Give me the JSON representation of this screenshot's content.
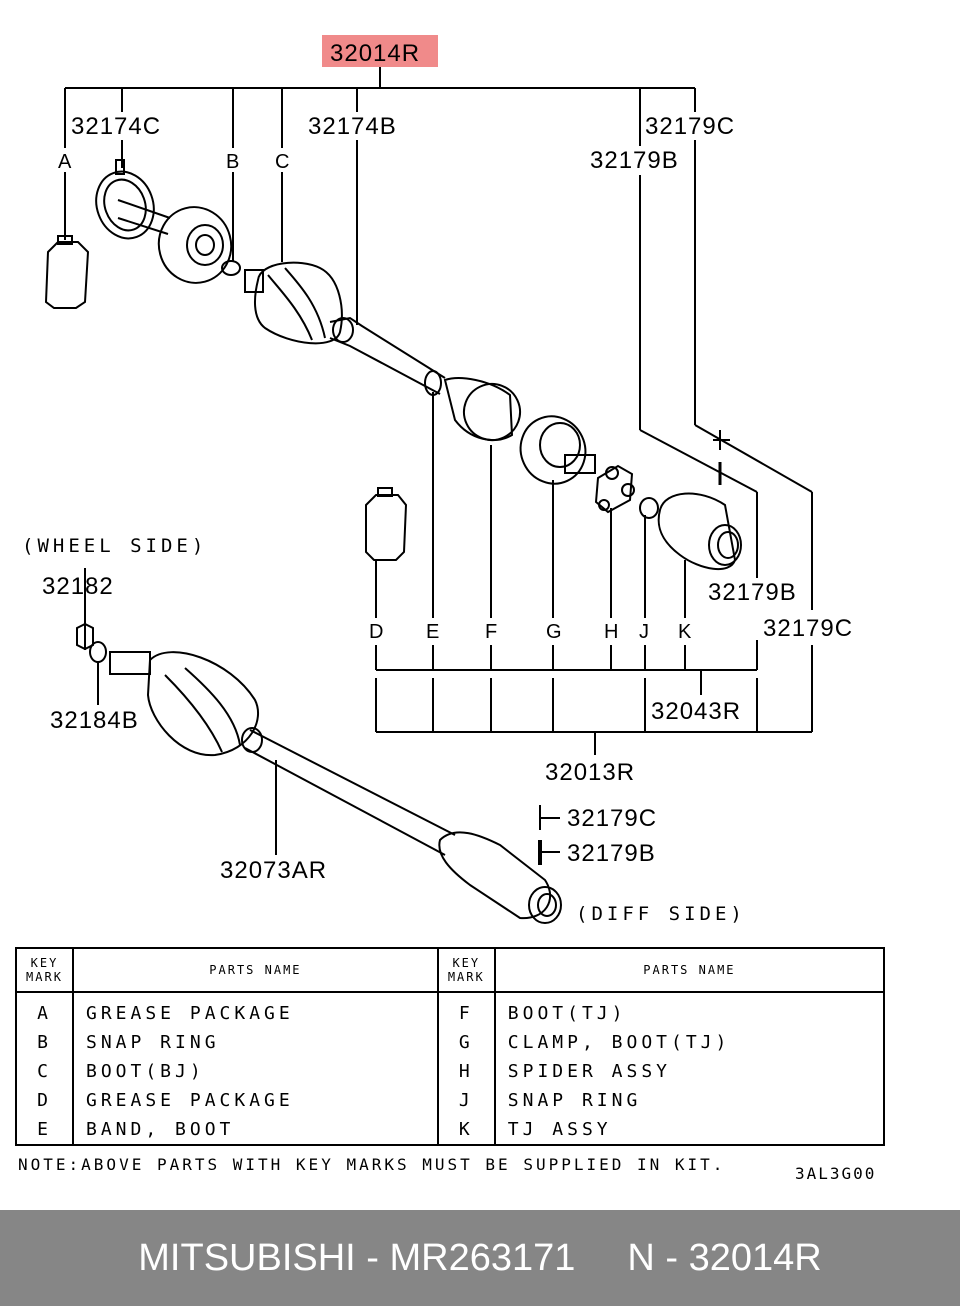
{
  "callouts": {
    "assembly": "32014R",
    "inner_boot_kit": "32174C",
    "outer_boot_kit": "32174B",
    "tj_kit_c_top": "32179C",
    "tj_kit_b_top": "32179B",
    "tj_kit_b_right": "32179B",
    "tj_kit_c_right": "32179C",
    "wheel_side": "(WHEEL SIDE)",
    "nut": "32182",
    "washer": "32184B",
    "tj_assy_kit": "32043R",
    "repair_kit": "32013R",
    "shaft": "32073AR",
    "mark_c_lower": "32179C",
    "mark_b_lower": "32179B",
    "diff_side": "(DIFF SIDE)"
  },
  "letters": {
    "A": "A",
    "B": "B",
    "C": "C",
    "D": "D",
    "E": "E",
    "F": "F",
    "G": "G",
    "H": "H",
    "J": "J",
    "K": "K"
  },
  "table": {
    "key_header": "KEY MARK",
    "key_header_l1": "KEY",
    "key_header_l2": "MARK",
    "name_header": "PARTS NAME",
    "left": [
      {
        "key": "A",
        "name": "GREASE PACKAGE"
      },
      {
        "key": "B",
        "name": "SNAP RING"
      },
      {
        "key": "C",
        "name": "BOOT(BJ)"
      },
      {
        "key": "D",
        "name": "GREASE PACKAGE"
      },
      {
        "key": "E",
        "name": "BAND, BOOT"
      }
    ],
    "right": [
      {
        "key": "F",
        "name": "BOOT(TJ)"
      },
      {
        "key": "G",
        "name": "CLAMP, BOOT(TJ)"
      },
      {
        "key": "H",
        "name": "SPIDER ASSY"
      },
      {
        "key": "J",
        "name": "SNAP RING"
      },
      {
        "key": "K",
        "name": "TJ ASSY"
      }
    ]
  },
  "note": "NOTE:ABOVE PARTS WITH KEY MARKS MUST BE SUPPLIED IN KIT.",
  "drawing_code": "3AL3G00",
  "footer": {
    "brand_part": "MITSUBISHI - MR263171",
    "ref": "N - 32014R"
  },
  "colors": {
    "highlight": "#f08a8a",
    "footer_bg": "#868686"
  }
}
